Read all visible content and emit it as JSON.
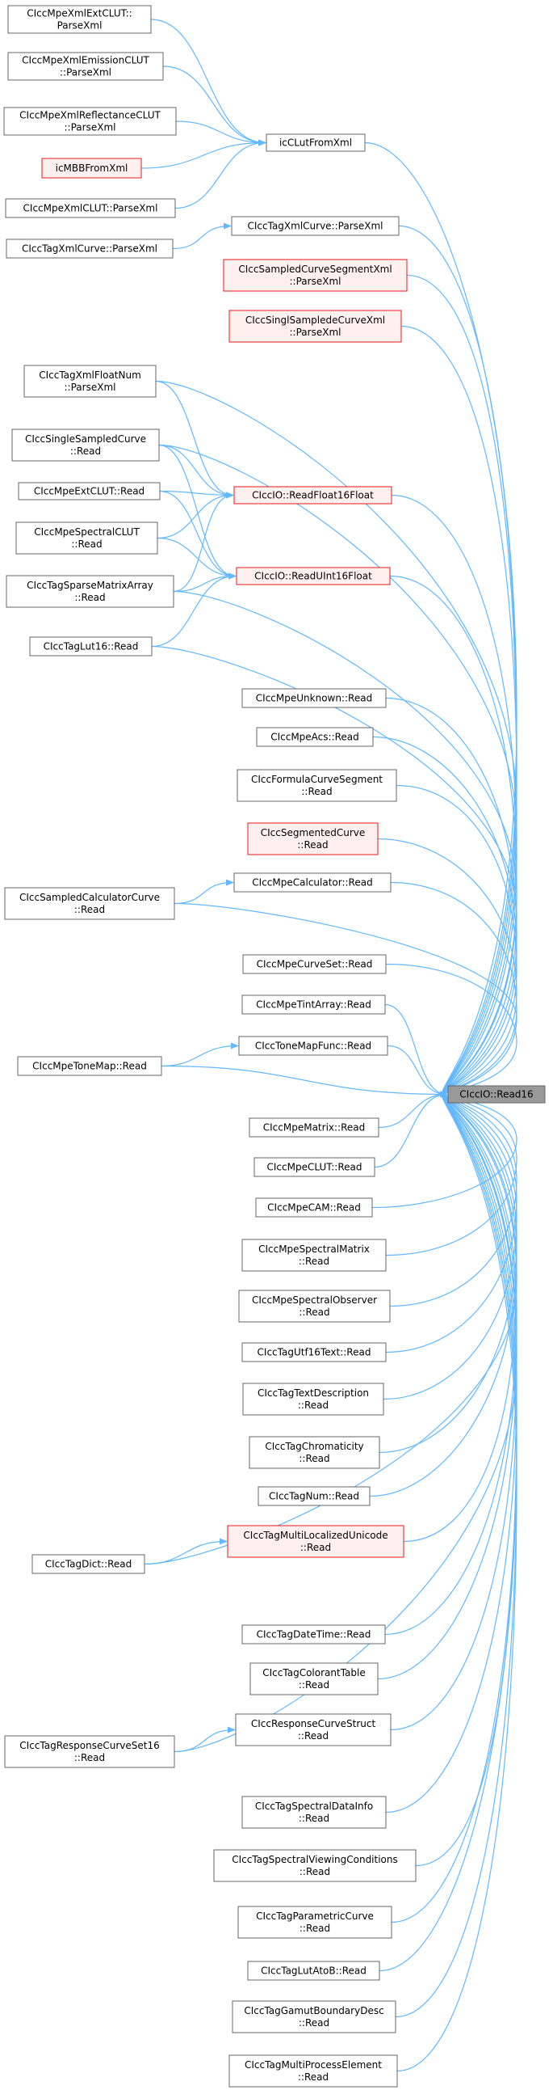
{
  "graph": {
    "root": "CIccIO::Read16",
    "colors": {
      "edge": "#63b8ff",
      "node_border": "#666666",
      "highlight_border": "#e41a1c",
      "highlight_fill": "#fff0f0",
      "root_fill": "#999999"
    }
  },
  "nodes": [
    {
      "id": "root",
      "label": [
        "CIccIO::Read16"
      ],
      "style": "focus"
    },
    {
      "id": "mpeExtClutParse",
      "label": [
        "CIccMpeXmlExtCLUT::",
        "ParseXml"
      ],
      "style": "normal"
    },
    {
      "id": "mpeEmisParse",
      "label": [
        "CIccMpeXmlEmissionCLUT",
        "::ParseXml"
      ],
      "style": "normal"
    },
    {
      "id": "mpeReflParse",
      "label": [
        "CIccMpeXmlReflectanceCLUT",
        "::ParseXml"
      ],
      "style": "normal"
    },
    {
      "id": "mbbFromXml",
      "label": [
        "icMBBFromXml"
      ],
      "style": "red"
    },
    {
      "id": "mpeClutParse",
      "label": [
        "CIccMpeXmlCLUT::ParseXml"
      ],
      "style": "normal"
    },
    {
      "id": "lutFromXml",
      "label": [
        "icCLutFromXml"
      ],
      "style": "normal"
    },
    {
      "id": "tagCurveParse2",
      "label": [
        "CIccTagXmlCurve::ParseXml"
      ],
      "style": "normal"
    },
    {
      "id": "tagCurveParse1",
      "label": [
        "CIccTagXmlCurve::ParseXml"
      ],
      "style": "normal"
    },
    {
      "id": "sampledSegParse",
      "label": [
        "CIccSampledCurveSegmentXml",
        "::ParseXml"
      ],
      "style": "red"
    },
    {
      "id": "singlSampledParse",
      "label": [
        "CIccSinglSampledeCurveXml",
        "::ParseXml"
      ],
      "style": "red"
    },
    {
      "id": "floatNumParse",
      "label": [
        "CIccTagXmlFloatNum",
        "::ParseXml"
      ],
      "style": "normal"
    },
    {
      "id": "singleSampledRead",
      "label": [
        "CIccSingleSampledCurve",
        "::Read"
      ],
      "style": "normal"
    },
    {
      "id": "mpeExtClutRead",
      "label": [
        "CIccMpeExtCLUT::Read"
      ],
      "style": "normal"
    },
    {
      "id": "readFloat16",
      "label": [
        "CIccIO::ReadFloat16Float"
      ],
      "style": "red"
    },
    {
      "id": "mpeSpectralClutRead",
      "label": [
        "CIccMpeSpectralCLUT",
        "::Read"
      ],
      "style": "normal"
    },
    {
      "id": "sparseMatrixRead",
      "label": [
        "CIccTagSparseMatrixArray",
        "::Read"
      ],
      "style": "normal"
    },
    {
      "id": "readUInt16Float",
      "label": [
        "CIccIO::ReadUInt16Float"
      ],
      "style": "red"
    },
    {
      "id": "lut16Read",
      "label": [
        "CIccTagLut16::Read"
      ],
      "style": "normal"
    },
    {
      "id": "mpeUnknownRead",
      "label": [
        "CIccMpeUnknown::Read"
      ],
      "style": "normal"
    },
    {
      "id": "mpeAcsRead",
      "label": [
        "CIccMpeAcs::Read"
      ],
      "style": "normal"
    },
    {
      "id": "formulaSegRead",
      "label": [
        "CIccFormulaCurveSegment",
        "::Read"
      ],
      "style": "normal"
    },
    {
      "id": "segmentedCurveRead",
      "label": [
        "CIccSegmentedCurve",
        "::Read"
      ],
      "style": "red"
    },
    {
      "id": "sampledCalcRead",
      "label": [
        "CIccSampledCalculatorCurve",
        "::Read"
      ],
      "style": "normal"
    },
    {
      "id": "mpeCalcRead",
      "label": [
        "CIccMpeCalculator::Read"
      ],
      "style": "normal"
    },
    {
      "id": "mpeCurveSetRead",
      "label": [
        "CIccMpeCurveSet::Read"
      ],
      "style": "normal"
    },
    {
      "id": "mpeTintRead",
      "label": [
        "CIccMpeTintArray::Read"
      ],
      "style": "normal"
    },
    {
      "id": "toneMapFuncRead",
      "label": [
        "CIccToneMapFunc::Read"
      ],
      "style": "normal"
    },
    {
      "id": "mpeToneMapRead",
      "label": [
        "CIccMpeToneMap::Read"
      ],
      "style": "normal"
    },
    {
      "id": "mpeMatrixRead",
      "label": [
        "CIccMpeMatrix::Read"
      ],
      "style": "normal"
    },
    {
      "id": "mpeClutRead",
      "label": [
        "CIccMpeCLUT::Read"
      ],
      "style": "normal"
    },
    {
      "id": "mpeCamRead",
      "label": [
        "CIccMpeCAM::Read"
      ],
      "style": "normal"
    },
    {
      "id": "mpeSpecMatrixRead",
      "label": [
        "CIccMpeSpectralMatrix",
        "::Read"
      ],
      "style": "normal"
    },
    {
      "id": "mpeSpecObsRead",
      "label": [
        "CIccMpeSpectralObserver",
        "::Read"
      ],
      "style": "normal"
    },
    {
      "id": "utf16Read",
      "label": [
        "CIccTagUtf16Text::Read"
      ],
      "style": "normal"
    },
    {
      "id": "textDescRead",
      "label": [
        "CIccTagTextDescription",
        "::Read"
      ],
      "style": "normal"
    },
    {
      "id": "chromaRead",
      "label": [
        "CIccTagChromaticity",
        "::Read"
      ],
      "style": "normal"
    },
    {
      "id": "tagNumRead",
      "label": [
        "CIccTagNum::Read"
      ],
      "style": "normal"
    },
    {
      "id": "multiLocRead",
      "label": [
        "CIccTagMultiLocalizedUnicode",
        "::Read"
      ],
      "style": "red"
    },
    {
      "id": "tagDictRead",
      "label": [
        "CIccTagDict::Read"
      ],
      "style": "normal"
    },
    {
      "id": "dateTimeRead",
      "label": [
        "CIccTagDateTime::Read"
      ],
      "style": "normal"
    },
    {
      "id": "colorantRead",
      "label": [
        "CIccTagColorantTable",
        "::Read"
      ],
      "style": "normal"
    },
    {
      "id": "respCurveRead",
      "label": [
        "CIccResponseCurveStruct",
        "::Read"
      ],
      "style": "normal"
    },
    {
      "id": "respCurveSetRead",
      "label": [
        "CIccTagResponseCurveSet16",
        "::Read"
      ],
      "style": "normal"
    },
    {
      "id": "specDataInfoRead",
      "label": [
        "CIccTagSpectralDataInfo",
        "::Read"
      ],
      "style": "normal"
    },
    {
      "id": "specViewRead",
      "label": [
        "CIccTagSpectralViewingConditions",
        "::Read"
      ],
      "style": "normal"
    },
    {
      "id": "paramCurveRead",
      "label": [
        "CIccTagParametricCurve",
        "::Read"
      ],
      "style": "normal"
    },
    {
      "id": "lutAtoBRead",
      "label": [
        "CIccTagLutAtoB::Read"
      ],
      "style": "normal"
    },
    {
      "id": "gamutRead",
      "label": [
        "CIccTagGamutBoundaryDesc",
        "::Read"
      ],
      "style": "normal"
    },
    {
      "id": "multiProcRead",
      "label": [
        "CIccTagMultiProcessElement",
        "::Read"
      ],
      "style": "normal"
    }
  ],
  "edges": [
    [
      "mpeExtClutParse",
      "lutFromXml"
    ],
    [
      "mpeEmisParse",
      "lutFromXml"
    ],
    [
      "mpeReflParse",
      "lutFromXml"
    ],
    [
      "mbbFromXml",
      "lutFromXml"
    ],
    [
      "mpeClutParse",
      "lutFromXml"
    ],
    [
      "lutFromXml",
      "root"
    ],
    [
      "tagCurveParse1",
      "tagCurveParse2"
    ],
    [
      "tagCurveParse2",
      "root"
    ],
    [
      "sampledSegParse",
      "root"
    ],
    [
      "singlSampledParse",
      "root"
    ],
    [
      "floatNumParse",
      "root"
    ],
    [
      "floatNumParse",
      "readFloat16"
    ],
    [
      "singleSampledRead",
      "root"
    ],
    [
      "singleSampledRead",
      "readFloat16"
    ],
    [
      "singleSampledRead",
      "readUInt16Float"
    ],
    [
      "mpeExtClutRead",
      "readFloat16"
    ],
    [
      "mpeExtClutRead",
      "readUInt16Float"
    ],
    [
      "readFloat16",
      "root"
    ],
    [
      "mpeSpectralClutRead",
      "readFloat16"
    ],
    [
      "mpeSpectralClutRead",
      "readUInt16Float"
    ],
    [
      "sparseMatrixRead",
      "readFloat16"
    ],
    [
      "sparseMatrixRead",
      "readUInt16Float"
    ],
    [
      "sparseMatrixRead",
      "root"
    ],
    [
      "readUInt16Float",
      "root"
    ],
    [
      "lut16Read",
      "readUInt16Float"
    ],
    [
      "lut16Read",
      "root"
    ],
    [
      "mpeUnknownRead",
      "root"
    ],
    [
      "mpeAcsRead",
      "root"
    ],
    [
      "formulaSegRead",
      "root"
    ],
    [
      "segmentedCurveRead",
      "root"
    ],
    [
      "sampledCalcRead",
      "mpeCalcRead"
    ],
    [
      "sampledCalcRead",
      "root"
    ],
    [
      "mpeCalcRead",
      "root"
    ],
    [
      "mpeCurveSetRead",
      "root"
    ],
    [
      "mpeTintRead",
      "root"
    ],
    [
      "mpeToneMapRead",
      "toneMapFuncRead"
    ],
    [
      "mpeToneMapRead",
      "root"
    ],
    [
      "toneMapFuncRead",
      "root"
    ],
    [
      "mpeMatrixRead",
      "root"
    ],
    [
      "mpeClutRead",
      "root"
    ],
    [
      "mpeCamRead",
      "root"
    ],
    [
      "mpeSpecMatrixRead",
      "root"
    ],
    [
      "mpeSpecObsRead",
      "root"
    ],
    [
      "utf16Read",
      "root"
    ],
    [
      "textDescRead",
      "root"
    ],
    [
      "chromaRead",
      "root"
    ],
    [
      "tagNumRead",
      "root"
    ],
    [
      "tagDictRead",
      "multiLocRead"
    ],
    [
      "tagDictRead",
      "root"
    ],
    [
      "multiLocRead",
      "root"
    ],
    [
      "dateTimeRead",
      "root"
    ],
    [
      "colorantRead",
      "root"
    ],
    [
      "respCurveSetRead",
      "respCurveRead"
    ],
    [
      "respCurveSetRead",
      "root"
    ],
    [
      "respCurveRead",
      "root"
    ],
    [
      "specDataInfoRead",
      "root"
    ],
    [
      "specViewRead",
      "root"
    ],
    [
      "paramCurveRead",
      "root"
    ],
    [
      "lutAtoBRead",
      "root"
    ],
    [
      "gamutRead",
      "root"
    ],
    [
      "multiProcRead",
      "root"
    ]
  ]
}
